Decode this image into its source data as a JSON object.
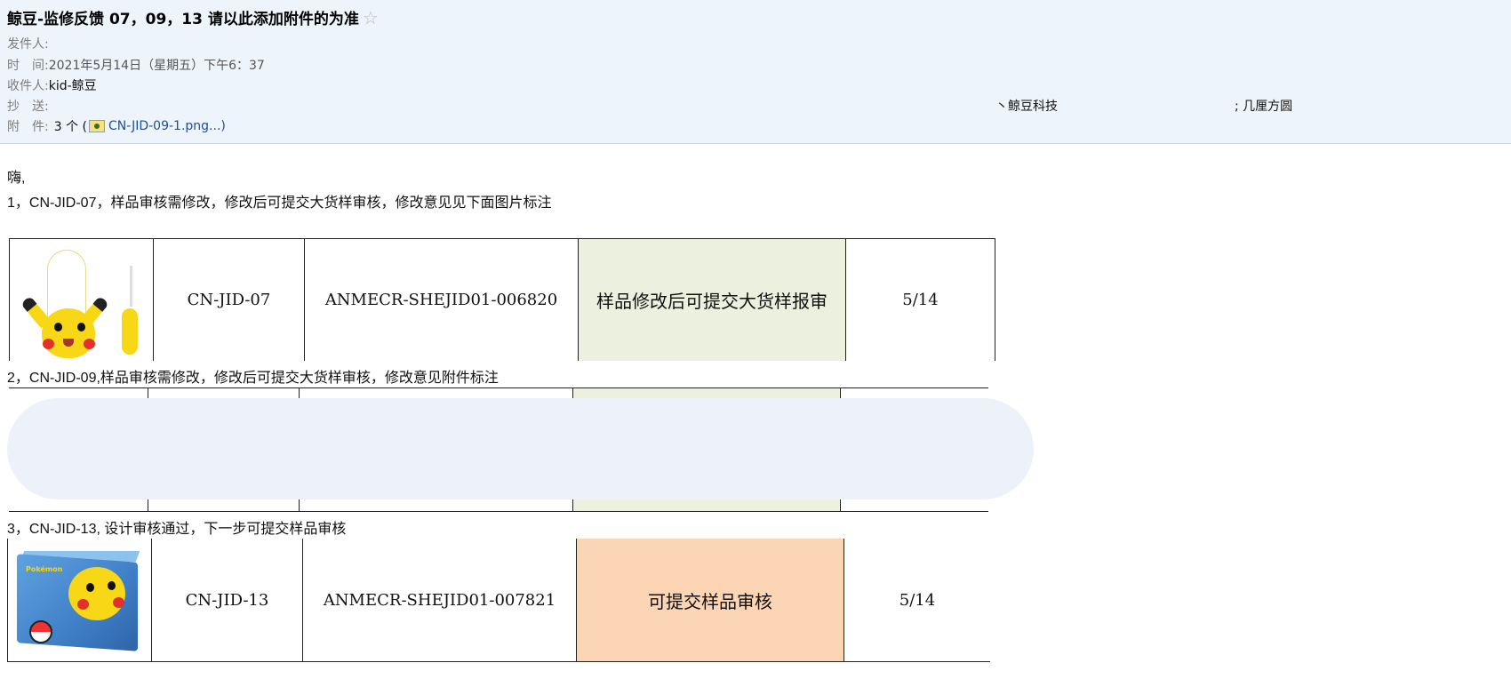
{
  "email": {
    "subject": "鲸豆-监修反馈 07，09，13 请以此添加附件的为准",
    "star_glyph": "☆",
    "from_label": "发件人:",
    "from_value": "",
    "time_label": "时　间:",
    "time_value": "2021年5月14日（星期五）下午6：37",
    "to_label": "收件人:",
    "to_value": "kid-鲸豆",
    "cc_label": "抄　送:",
    "cc_value_1": "丶鲸豆科技",
    "cc_value_2": "; 几厘方圆",
    "attach_label": "附　件:",
    "attach_count": "3 个 (",
    "attach_name": "CN-JID-09-1.png...",
    "attach_close": ")"
  },
  "body": {
    "greeting": "嗨,",
    "item1": "1，CN-JID-07，样品审核需修改，修改后可提交大货样审核，修改意见见下面图片标注",
    "item2": "2，CN-JID-09,样品审核需修改，修改后可提交大货样审核，修改意见附件标注",
    "item3": "3，CN-JID-13, 设计审核通过，下一步可提交样品审核"
  },
  "table1": {
    "code": "CN-JID-07",
    "serial": "ANMECR-SHEJID01-006820",
    "status": "样品修改后可提交大货样报审",
    "date": "5/14"
  },
  "table3": {
    "code": "CN-JID-13",
    "serial": "ANMECR-SHEJID01-007821",
    "status": "可提交样品审核",
    "date": "5/14"
  },
  "colors": {
    "header_bg": "#eef4fb",
    "status_green": "#ebf1de",
    "status_orange": "#fcd5b4",
    "link": "#1f4d9a"
  },
  "icons": {
    "star": "star-icon",
    "attachment": "image-file-icon"
  }
}
